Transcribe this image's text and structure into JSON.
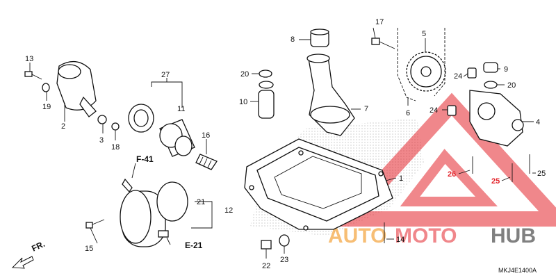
{
  "labels": {
    "p1": "1",
    "p2": "2",
    "p3": "3",
    "p4": "4",
    "p5": "5",
    "p6": "6",
    "p7": "7",
    "p8": "8",
    "p9": "9",
    "p10": "10",
    "p11": "11",
    "p12": "12",
    "p13": "13",
    "p14": "14",
    "p15": "15",
    "p16": "16",
    "p17": "17",
    "p18": "18",
    "p19": "19",
    "p20a": "20",
    "p20b": "20",
    "p21": "21",
    "p22": "22",
    "p23": "23",
    "p24a": "24",
    "p24b": "24",
    "p25a": "25",
    "p25b": "25",
    "p26": "26",
    "p27": "27"
  },
  "refs": {
    "f41": "F-41",
    "e21": "E-21"
  },
  "front_arrow": "FR.",
  "diagram_code": "MKJ4E1400A",
  "watermark": {
    "word1": "AUTO",
    "word2": "MOTO",
    "word3": "HUB"
  },
  "colors": {
    "watermark_red": "#e3242b",
    "watermark_orange": "#f3a33a",
    "watermark_dark": "#555555",
    "line": "#111111"
  }
}
